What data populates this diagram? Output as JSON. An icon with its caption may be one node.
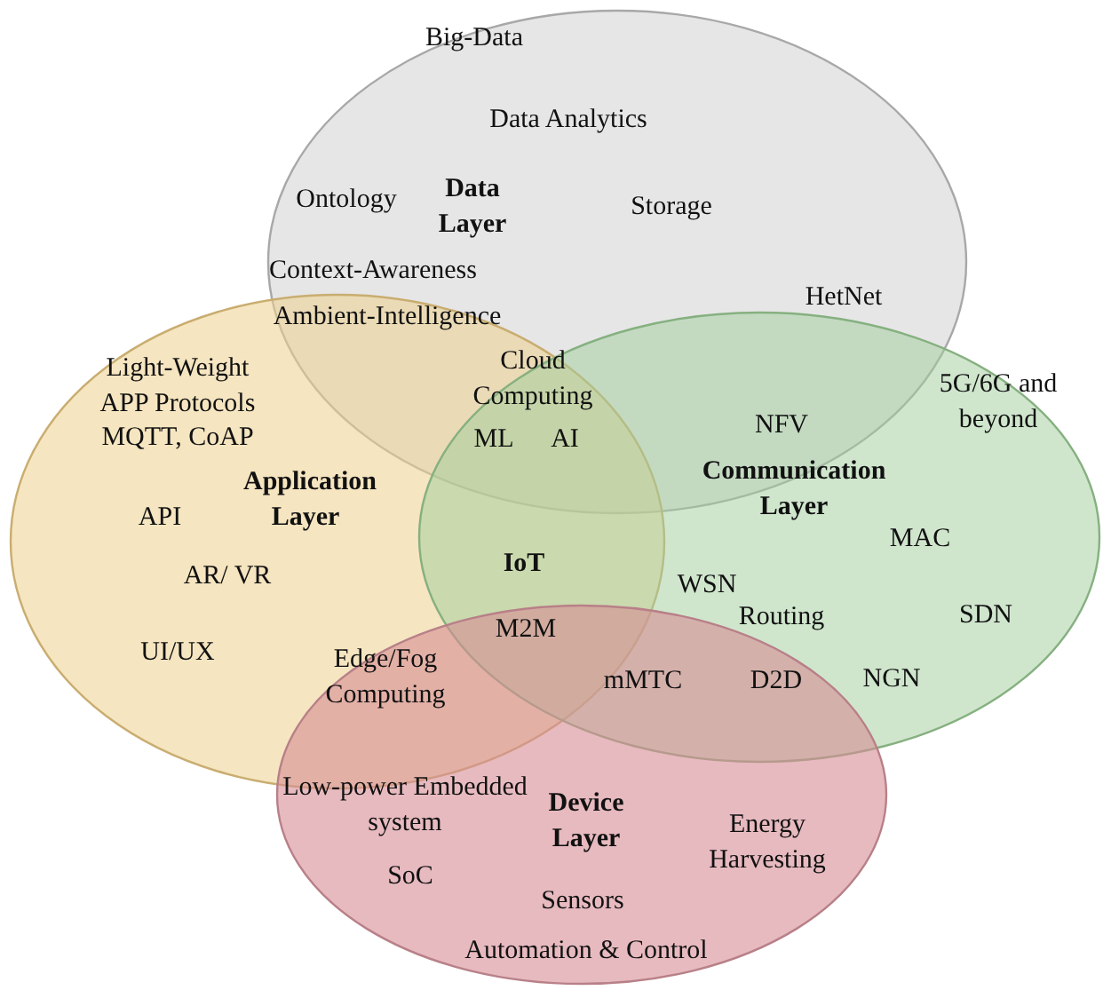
{
  "diagram": {
    "nodes": [
      {
        "text": [
          "Data Layer"
        ]
      },
      {
        "text": [
          "Application Layer"
        ]
      },
      {
        "text": [
          "Communication Layer"
        ]
      },
      {
        "text": [
          "Device Layer"
        ]
      }
    ],
    "edges": [],
    "labels": [
      "Big-Data",
      "Data Analytics",
      "Ontology",
      "Storage",
      "Context-Awareness",
      "Ambient-Intelligence",
      "HetNet",
      "Light-Weight APP Protocols",
      "Cloud Computing",
      "5G/6G and beyond",
      "MQTT, CoAP",
      "NFV",
      "ML",
      "AI",
      "API",
      "AR/ VR",
      "MAC",
      "IoT",
      "WSN",
      "Routing",
      "SDN",
      "UI/UX",
      "M2M",
      "Edge/Fog Computing",
      "mMTC",
      "D2D",
      "NGN",
      "Low-power Embedded system",
      "Energy Harvesting",
      "SoC",
      "Sensors",
      "Automation & Control"
    ]
  }
}
